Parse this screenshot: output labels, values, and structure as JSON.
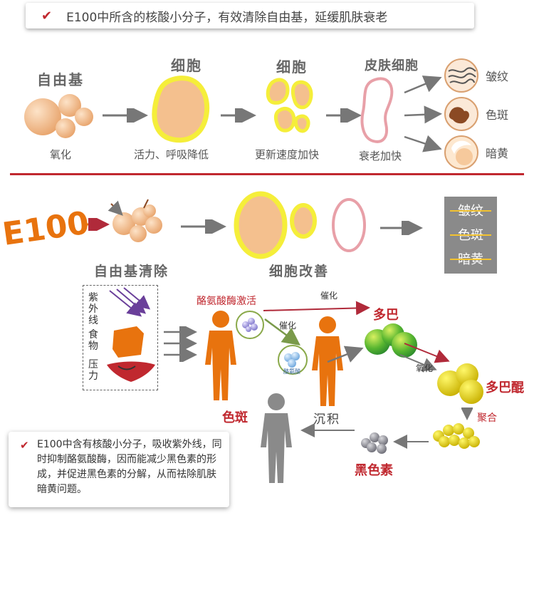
{
  "banner": {
    "text": "E100中所含的核酸小分子，有效清除自由基，延缓肌肤衰老"
  },
  "top_row": {
    "free_radical": "自由基",
    "oxidize": "氧化",
    "cell1": "细胞",
    "cell1_sub": "活力、呼吸降低",
    "cell2": "细胞",
    "cell2_sub": "更新速度加快",
    "skin_cell": "皮肤细胞",
    "skin_sub": "衰老加快",
    "outcomes": [
      "皱纹",
      "色斑",
      "暗黄"
    ]
  },
  "middle_row": {
    "e100": "E100",
    "clear": "自由基清除",
    "improve": "细胞改善",
    "results": [
      "皱纹",
      "色斑",
      "暗黄"
    ]
  },
  "pathway": {
    "factors": [
      "紫外线",
      "食物",
      "压力"
    ],
    "activate": "酪氨酸酶激活",
    "catalyze1": "催化",
    "catalyze2": "催化",
    "enzyme_label": "酪氨酸",
    "dopa": "多巴",
    "oxidize": "氧化",
    "dopaquinone": "多巴醌",
    "polymerize": "聚合",
    "melanin": "黑色素",
    "deposit": "沉积",
    "spot": "色斑"
  },
  "note": {
    "text": "E100中含有核酸小分子，吸收紫外线，同时抑制酪氨酸酶，因而能减少黑色素的形成，并促进黑色素的分解，从而祛除肌肤暗黄问题。"
  },
  "colors": {
    "accent_red": "#c0282f",
    "cell_fill": "#f4c08e",
    "cell_glow": "#f5ee3a",
    "orange": "#e8730e"
  }
}
